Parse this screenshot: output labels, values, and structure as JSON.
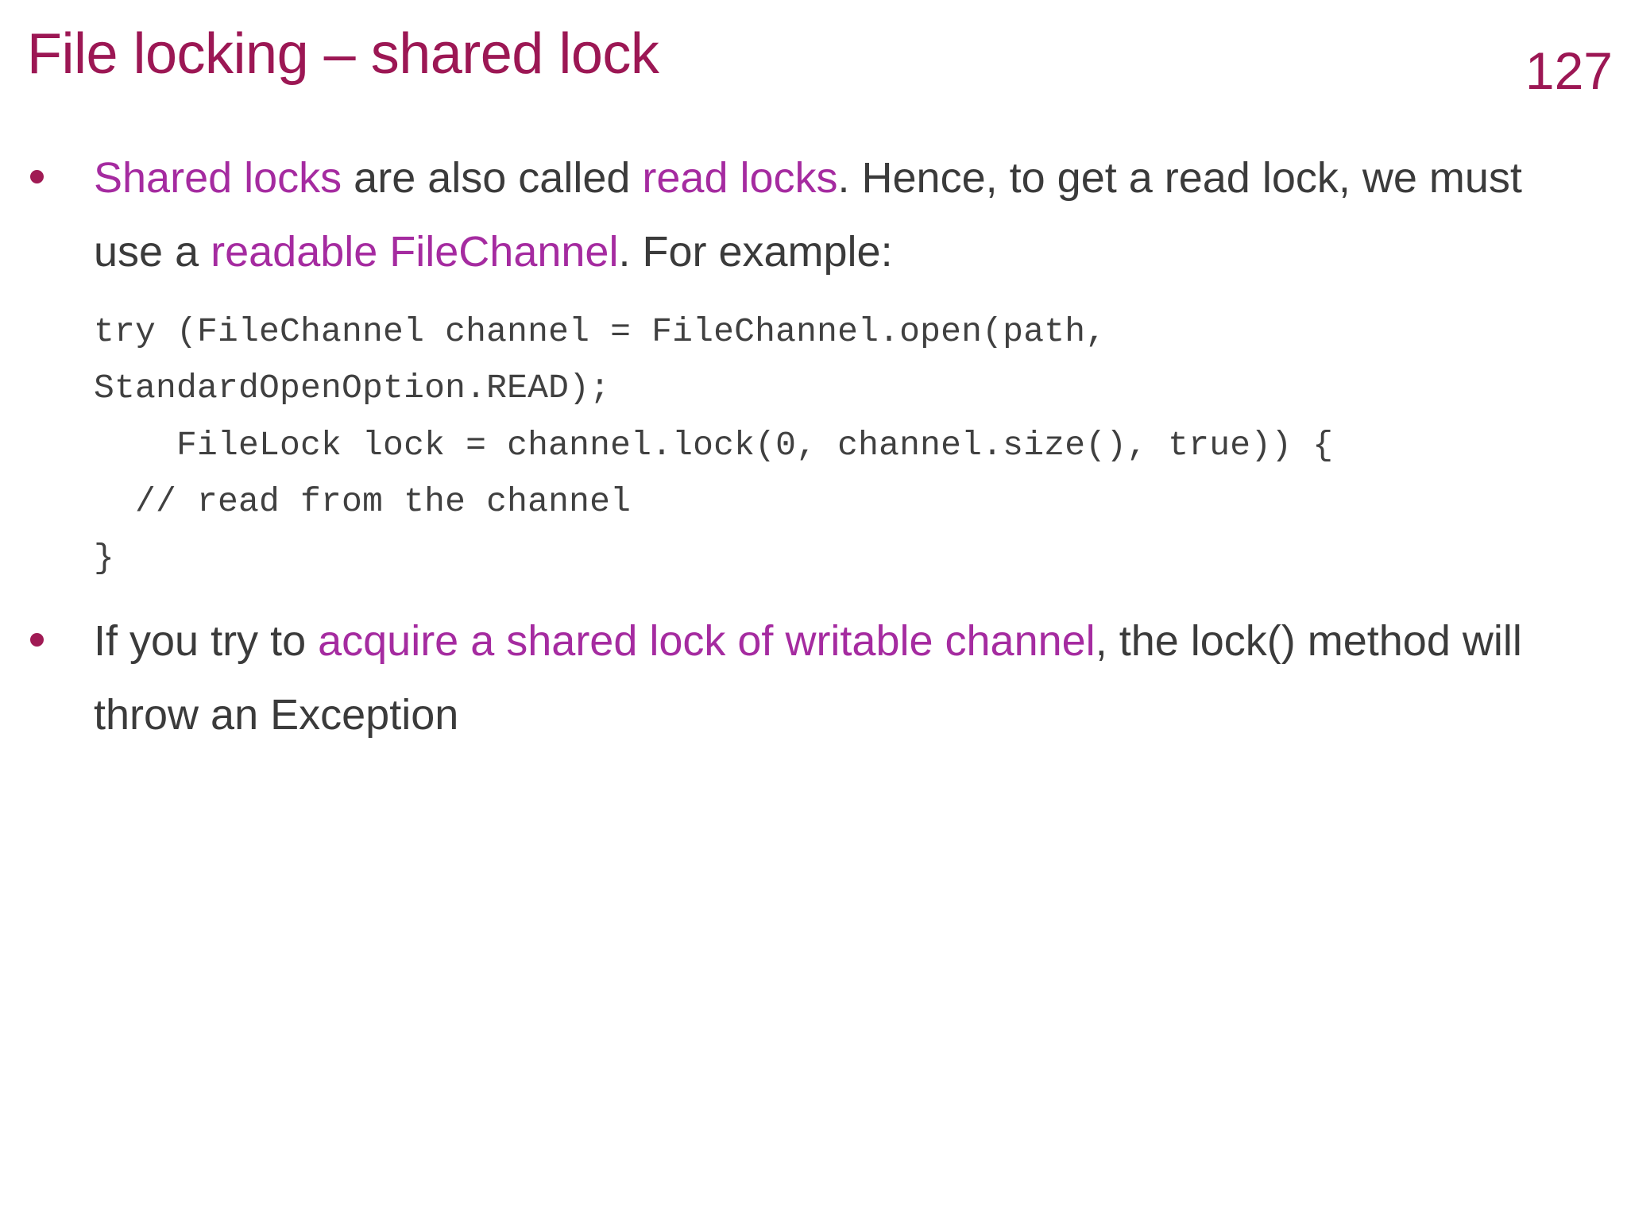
{
  "slide": {
    "title": "File locking – shared lock",
    "page_number": "127",
    "colors": {
      "title": "#9C1754",
      "highlight": "#A52BA0",
      "body_text": "#3B3B3B",
      "bullet_dot": "#A01A54",
      "code_text": "#404040",
      "background": "#FFFFFF"
    }
  },
  "content": {
    "bullets": [
      {
        "id": "bullet-shared-locks",
        "runs": [
          {
            "text": "Shared locks",
            "style": "highlight"
          },
          {
            "text": " are also called ",
            "style": "normal"
          },
          {
            "text": "read locks",
            "style": "highlight"
          },
          {
            "text": ". Hence, to get a read lock, we must use a ",
            "style": "normal"
          },
          {
            "text": "readable FileChannel",
            "style": "highlight"
          },
          {
            "text": ". For example:",
            "style": "normal"
          }
        ]
      },
      {
        "id": "bullet-writable-exception",
        "runs": [
          {
            "text": "If you try to ",
            "style": "normal"
          },
          {
            "text": "acquire a shared lock of writable channel",
            "style": "highlight"
          },
          {
            "text": ", the lock() method will throw an Exception",
            "style": "normal"
          }
        ]
      }
    ],
    "code_lines": [
      "try (FileChannel channel = FileChannel.open(path,",
      "StandardOpenOption.READ);",
      "    FileLock lock = channel.lock(0, channel.size(), true)) {",
      "  // read from the channel",
      "}"
    ]
  }
}
